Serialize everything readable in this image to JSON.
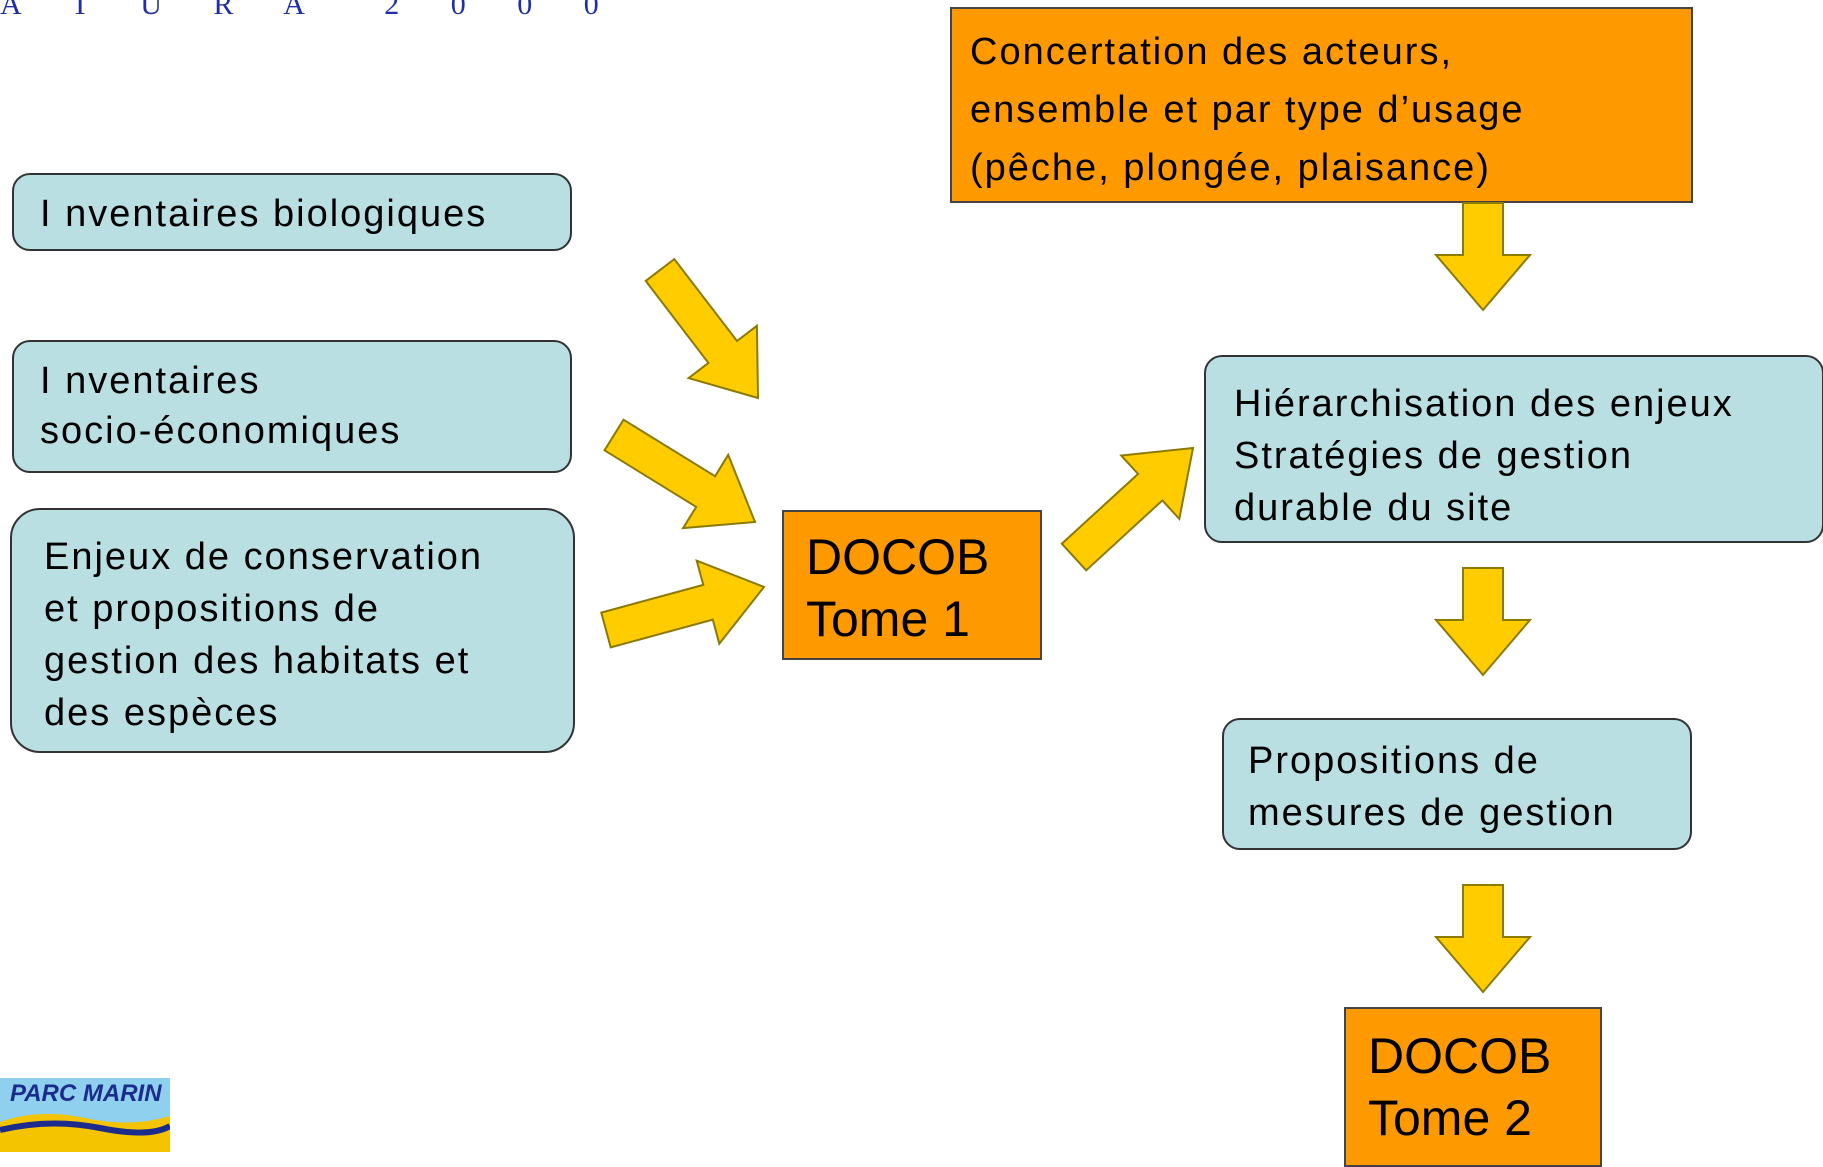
{
  "header": {
    "text": "A T U R A  2 0 0 0"
  },
  "logo": {
    "label": "PARC MARIN"
  },
  "boxes": {
    "inv_bio": {
      "lines": [
        "I nventaires biologiques"
      ]
    },
    "inv_socio": {
      "lines": [
        "I nventaires",
        "socio-économiques"
      ]
    },
    "enjeux": {
      "lines": [
        "Enjeux de conservation",
        "et propositions de",
        "gestion des habitats et",
        "des espèces"
      ]
    },
    "docob1": {
      "lines": [
        "DOCOB",
        "Tome 1"
      ]
    },
    "concertation": {
      "lines": [
        "Concertation des acteurs,",
        "ensemble et par type d’usage",
        "(pêche, plongée, plaisance)"
      ]
    },
    "hierarchisation": {
      "lines": [
        "Hiérarchisation des enjeux",
        "Stratégies de gestion",
        "durable du site"
      ]
    },
    "propositions": {
      "lines": [
        "Propositions de",
        "mesures de gestion"
      ]
    },
    "docob2": {
      "lines": [
        "DOCOB",
        "Tome 2"
      ]
    }
  },
  "colors": {
    "teal": "#b9dfe2",
    "orange": "#ff9900",
    "arrow_fill": "#ffcc00",
    "arrow_stroke": "#8a7a00",
    "header": "#1f2ea8"
  }
}
